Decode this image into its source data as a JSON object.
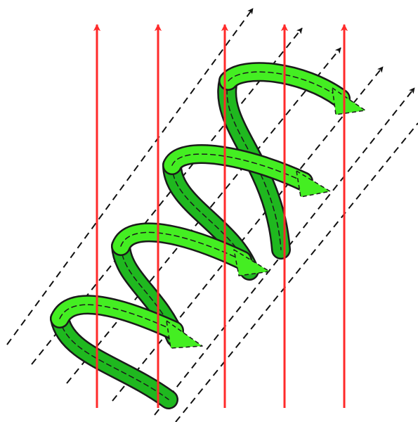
{
  "diagram": {
    "background": "#ffffff",
    "field_lines": {
      "count": 5,
      "color": "#ff2a2a",
      "direction": "up",
      "arrowhead": "filled"
    },
    "guide_lines": {
      "count": 6,
      "color": "#111111",
      "style": "dashed",
      "direction": "upper-right",
      "arrowhead": "filled"
    },
    "helix": {
      "turns": 4,
      "fill": "#44ee22",
      "shade": "#1fb81f",
      "outline": "#1a1a1a",
      "outline_style": "dashed",
      "arrowhead": "green-filled"
    }
  }
}
